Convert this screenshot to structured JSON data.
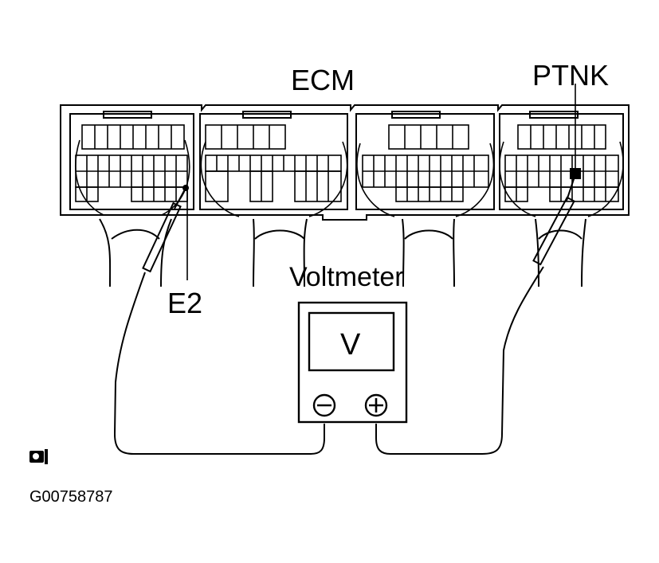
{
  "labels": {
    "ecm": "ECM",
    "ptnk": "PTNK",
    "e2": "E2",
    "voltmeter": "Voltmeter",
    "display": "V",
    "minus": "−",
    "plus": "+",
    "figure_id": "G00758787"
  },
  "icons": {
    "corner_symbol": "camera-icon"
  },
  "colors": {
    "ink": "#000000",
    "paper": "#ffffff"
  }
}
